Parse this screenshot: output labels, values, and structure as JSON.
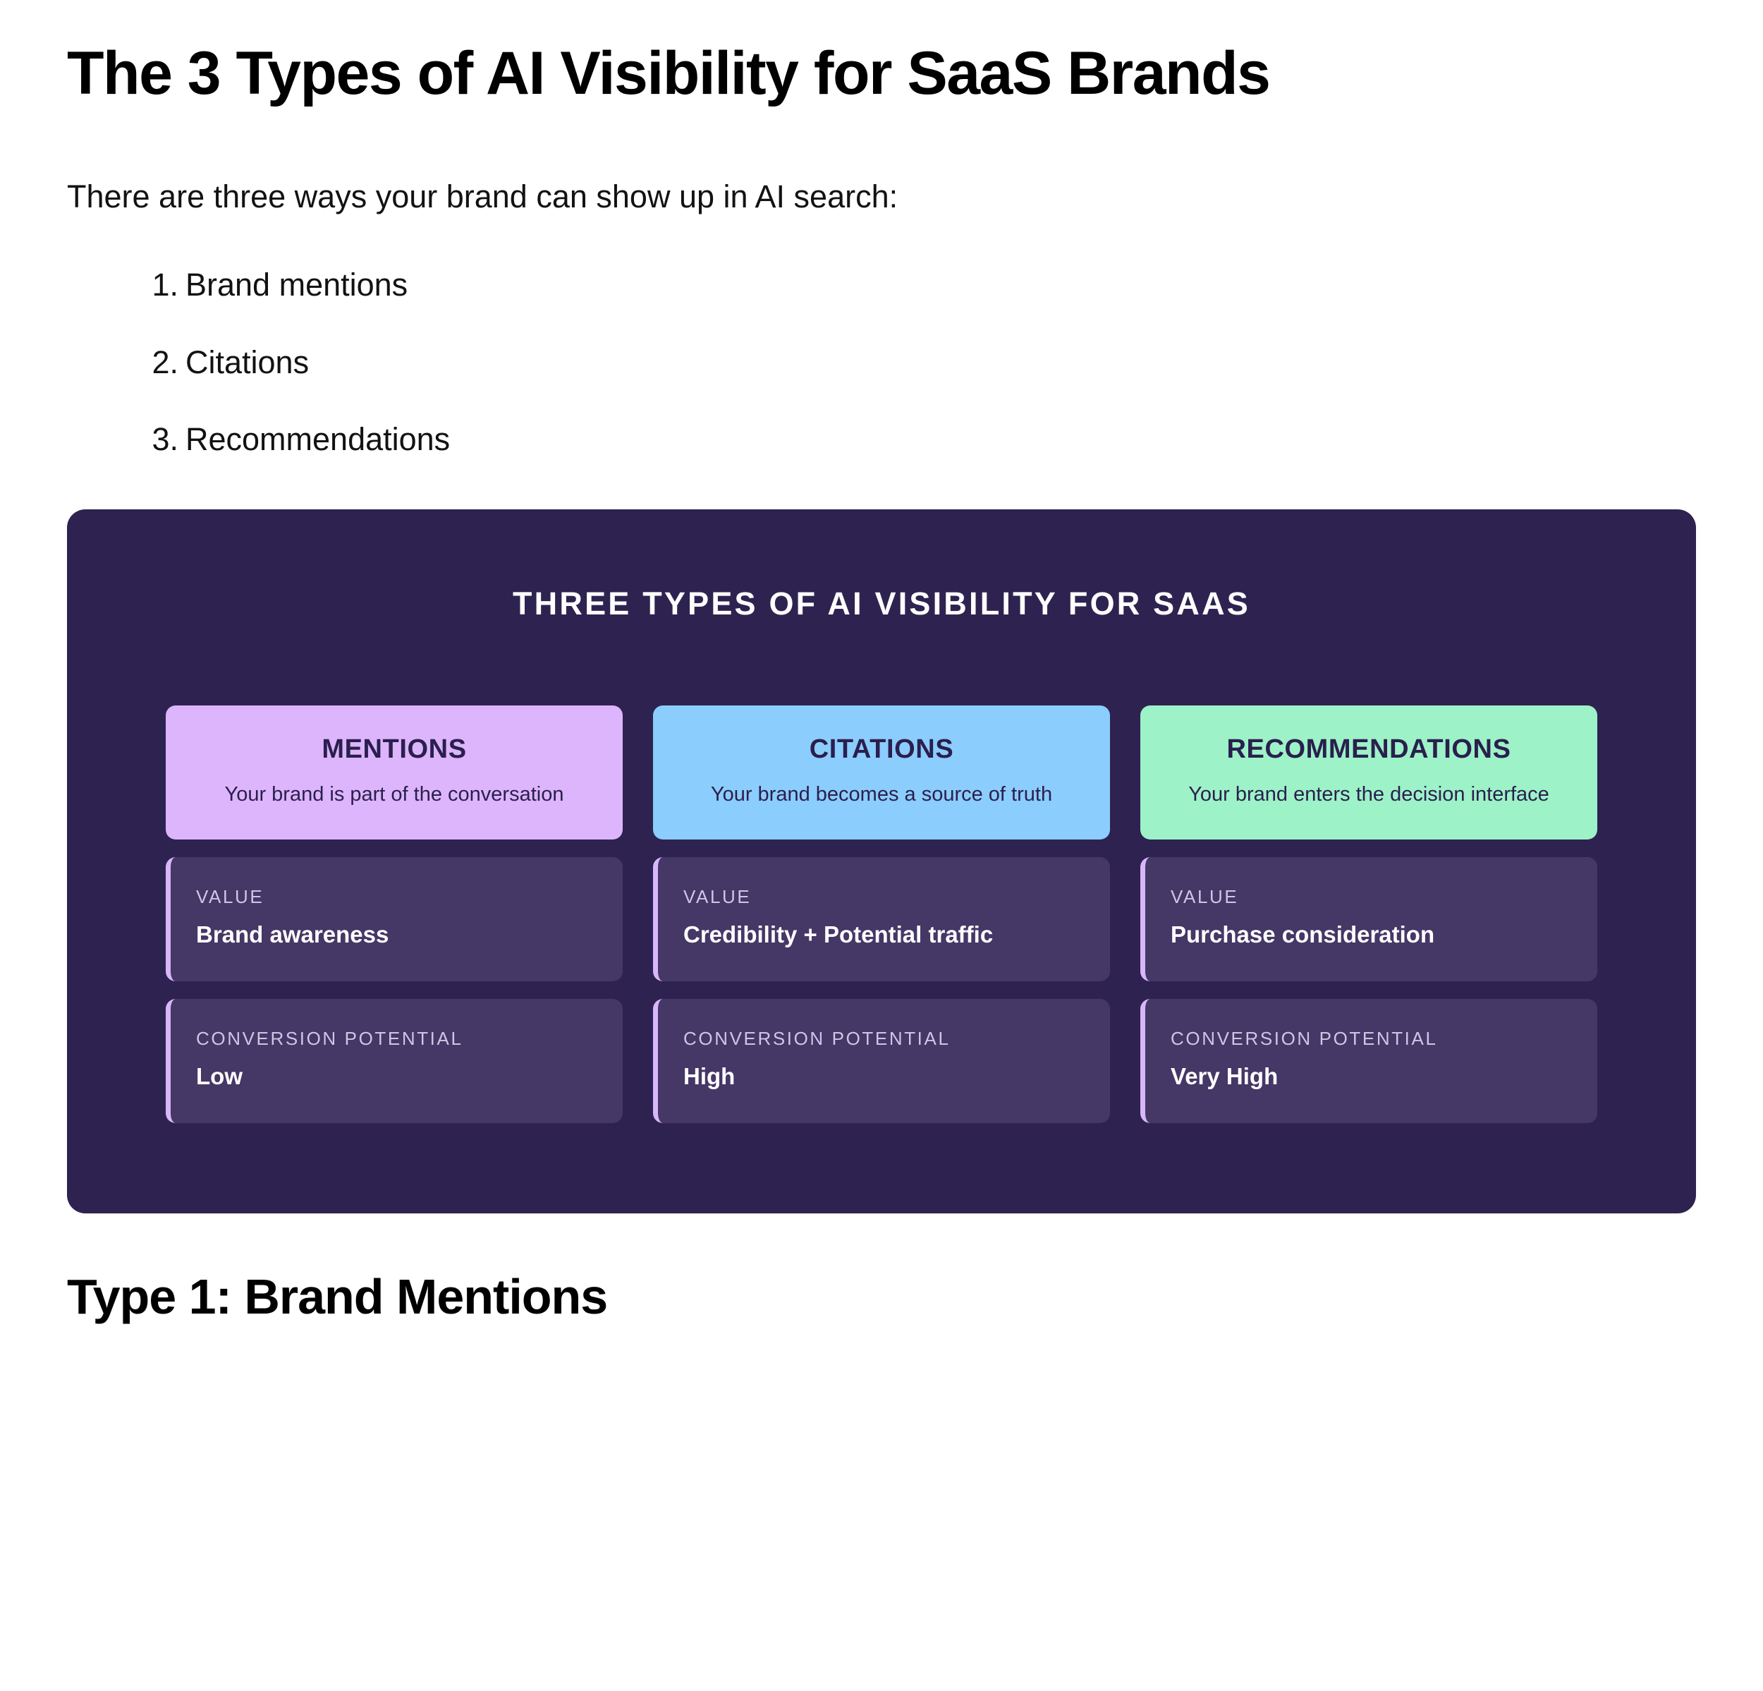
{
  "article": {
    "title": "The 3 Types of AI Visibility for SaaS Brands",
    "lede": "There are three ways your brand can show up in AI search:",
    "list": [
      {
        "num": "1.",
        "text": "Brand mentions"
      },
      {
        "num": "2.",
        "text": "Citations"
      },
      {
        "num": "3.",
        "text": "Recommendations"
      }
    ],
    "section_heading": "Type 1: Brand Mentions"
  },
  "infographic": {
    "heading": "THREE TYPES OF AI VISIBILITY FOR SAAS",
    "panel_bg": "#2E2350",
    "detail_bg": "#453766",
    "accent_bar": "#D9B6FB",
    "columns": [
      {
        "title": "MENTIONS",
        "description": "Your brand is part of the conversation",
        "color": "#DDB5FC",
        "value_label": "VALUE",
        "value": "Brand awareness",
        "conversion_label": "CONVERSION POTENTIAL",
        "conversion": "Low"
      },
      {
        "title": "CITATIONS",
        "description": "Your brand becomes a source of truth",
        "color": "#8BCDFD",
        "value_label": "VALUE",
        "value": "Credibility + Potential traffic",
        "conversion_label": "CONVERSION POTENTIAL",
        "conversion": "High"
      },
      {
        "title": "RECOMMENDATIONS",
        "description": "Your brand enters the decision interface",
        "color": "#9DF2C8",
        "value_label": "VALUE",
        "value": "Purchase consideration",
        "conversion_label": "CONVERSION POTENTIAL",
        "conversion": "Very High"
      }
    ]
  }
}
